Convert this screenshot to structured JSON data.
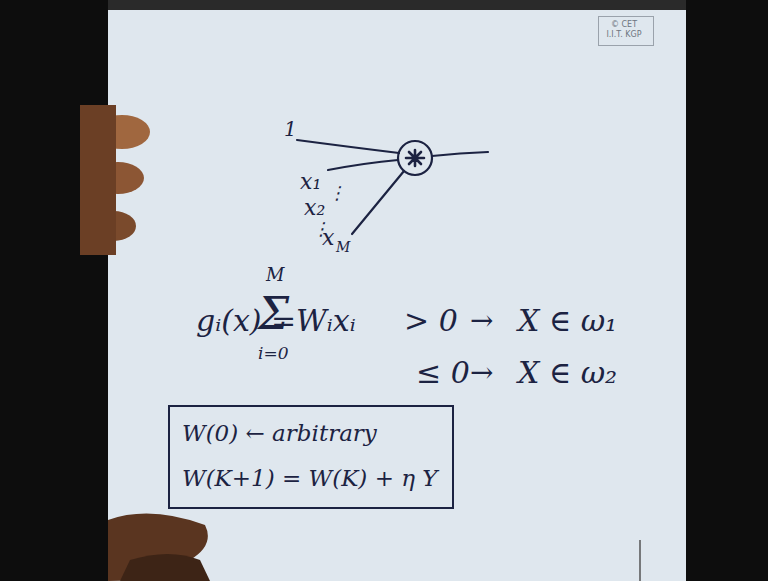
{
  "diagram": {
    "nodes": [
      {
        "text": [
          "© CET I.I.T. KGP"
        ]
      },
      {
        "text": [
          "W(0) ← arbitrary",
          "W(K+1) = W(K) + η Y"
        ]
      }
    ],
    "labels": [
      "1",
      "x₁",
      "⋮",
      "x₂",
      "⋮",
      "x",
      "M",
      "gᵢ(x) =",
      "Σ",
      "M",
      "i=0",
      "Wᵢxᵢ",
      "> 0",
      "→",
      "X ∈ ω₁",
      "≤ 0",
      "→",
      "X ∈ ω₂"
    ]
  }
}
